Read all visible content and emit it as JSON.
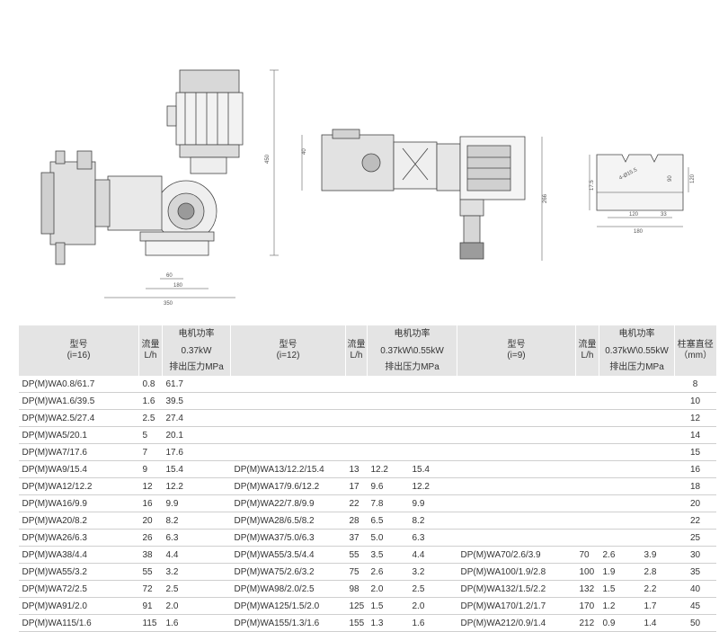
{
  "drawing_dims": {
    "front_height": "450",
    "front_width_1": "60",
    "front_width_2": "180",
    "front_width_3": "350",
    "top_dim_small": "40",
    "top_height": "266",
    "base_hole": "4-Ø15.5",
    "base_w1": "120",
    "base_w2": "33",
    "base_total": "180",
    "base_h1": "17.5",
    "base_h2": "90",
    "base_h3": "120"
  },
  "table": {
    "headers": {
      "model_i16": "型号\n(i=16)",
      "model_i12": "型号\n(i=12)",
      "model_i9": "型号\n(i=9)",
      "flow": "流量\nL/h",
      "motor_power": "电机功率",
      "power_037": "0.37kW",
      "power_037_055": "0.37kW\\0.55kW",
      "discharge_pressure": "排出压力MPa",
      "plunger_diameter": "柱塞直径\n（mm）"
    },
    "rows": [
      {
        "m1": "DP(M)WA0.8/61.7",
        "f1": "0.8",
        "p1": "61.7",
        "m2": "",
        "f2": "",
        "a2": "",
        "b2": "",
        "m3": "",
        "f3": "",
        "a3": "",
        "b3": "",
        "d": "8"
      },
      {
        "m1": "DP(M)WA1.6/39.5",
        "f1": "1.6",
        "p1": "39.5",
        "m2": "",
        "f2": "",
        "a2": "",
        "b2": "",
        "m3": "",
        "f3": "",
        "a3": "",
        "b3": "",
        "d": "10"
      },
      {
        "m1": "DP(M)WA2.5/27.4",
        "f1": "2.5",
        "p1": "27.4",
        "m2": "",
        "f2": "",
        "a2": "",
        "b2": "",
        "m3": "",
        "f3": "",
        "a3": "",
        "b3": "",
        "d": "12"
      },
      {
        "m1": "DP(M)WA5/20.1",
        "f1": "5",
        "p1": "20.1",
        "m2": "",
        "f2": "",
        "a2": "",
        "b2": "",
        "m3": "",
        "f3": "",
        "a3": "",
        "b3": "",
        "d": "14"
      },
      {
        "m1": "DP(M)WA7/17.6",
        "f1": "7",
        "p1": "17.6",
        "m2": "",
        "f2": "",
        "a2": "",
        "b2": "",
        "m3": "",
        "f3": "",
        "a3": "",
        "b3": "",
        "d": "15"
      },
      {
        "m1": "DP(M)WA9/15.4",
        "f1": "9",
        "p1": "15.4",
        "m2": "DP(M)WA13/12.2/15.4",
        "f2": "13",
        "a2": "12.2",
        "b2": "15.4",
        "m3": "",
        "f3": "",
        "a3": "",
        "b3": "",
        "d": "16"
      },
      {
        "m1": "DP(M)WA12/12.2",
        "f1": "12",
        "p1": "12.2",
        "m2": "DP(M)WA17/9.6/12.2",
        "f2": "17",
        "a2": "9.6",
        "b2": "12.2",
        "m3": "",
        "f3": "",
        "a3": "",
        "b3": "",
        "d": "18"
      },
      {
        "m1": "DP(M)WA16/9.9",
        "f1": "16",
        "p1": "9.9",
        "m2": "DP(M)WA22/7.8/9.9",
        "f2": "22",
        "a2": "7.8",
        "b2": "9.9",
        "m3": "",
        "f3": "",
        "a3": "",
        "b3": "",
        "d": "20"
      },
      {
        "m1": "DP(M)WA20/8.2",
        "f1": "20",
        "p1": "8.2",
        "m2": "DP(M)WA28/6.5/8.2",
        "f2": "28",
        "a2": "6.5",
        "b2": "8.2",
        "m3": "",
        "f3": "",
        "a3": "",
        "b3": "",
        "d": "22"
      },
      {
        "m1": "DP(M)WA26/6.3",
        "f1": "26",
        "p1": "6.3",
        "m2": "DP(M)WA37/5.0/6.3",
        "f2": "37",
        "a2": "5.0",
        "b2": "6.3",
        "m3": "",
        "f3": "",
        "a3": "",
        "b3": "",
        "d": "25"
      },
      {
        "m1": "DP(M)WA38/4.4",
        "f1": "38",
        "p1": "4.4",
        "m2": "DP(M)WA55/3.5/4.4",
        "f2": "55",
        "a2": "3.5",
        "b2": "4.4",
        "m3": "DP(M)WA70/2.6/3.9",
        "f3": "70",
        "a3": "2.6",
        "b3": "3.9",
        "d": "30"
      },
      {
        "m1": "DP(M)WA55/3.2",
        "f1": "55",
        "p1": "3.2",
        "m2": "DP(M)WA75/2.6/3.2",
        "f2": "75",
        "a2": "2.6",
        "b2": "3.2",
        "m3": "DP(M)WA100/1.9/2.8",
        "f3": "100",
        "a3": "1.9",
        "b3": "2.8",
        "d": "35"
      },
      {
        "m1": "DP(M)WA72/2.5",
        "f1": "72",
        "p1": "2.5",
        "m2": "DP(M)WA98/2.0/2.5",
        "f2": "98",
        "a2": "2.0",
        "b2": "2.5",
        "m3": "DP(M)WA132/1.5/2.2",
        "f3": "132",
        "a3": "1.5",
        "b3": "2.2",
        "d": "40"
      },
      {
        "m1": "DP(M)WA91/2.0",
        "f1": "91",
        "p1": "2.0",
        "m2": "DP(M)WA125/1.5/2.0",
        "f2": "125",
        "a2": "1.5",
        "b2": "2.0",
        "m3": "DP(M)WA170/1.2/1.7",
        "f3": "170",
        "a3": "1.2",
        "b3": "1.7",
        "d": "45"
      },
      {
        "m1": "DP(M)WA115/1.6",
        "f1": "115",
        "p1": "1.6",
        "m2": "DP(M)WA155/1.3/1.6",
        "f2": "155",
        "a2": "1.3",
        "b2": "1.6",
        "m3": "DP(M)WA212/0.9/1.4",
        "f3": "212",
        "a3": "0.9",
        "b3": "1.4",
        "d": "50"
      }
    ]
  }
}
